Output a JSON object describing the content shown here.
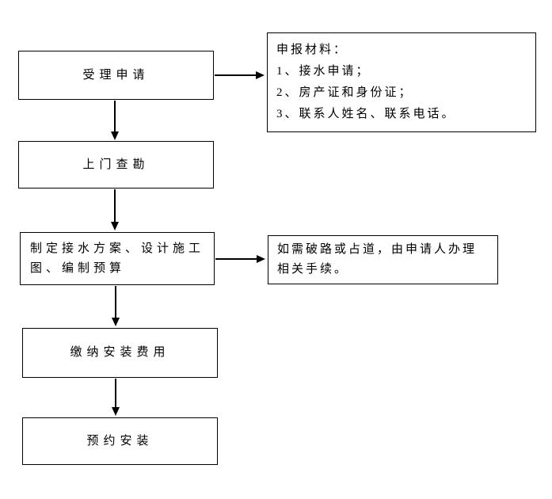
{
  "flowchart": {
    "steps": [
      {
        "lines": [
          "受理申请"
        ]
      },
      {
        "lines": [
          "上门查勘"
        ]
      },
      {
        "lines": [
          "制定接水方案、设计施工",
          "图、编制预算"
        ]
      },
      {
        "lines": [
          "缴纳安装费用"
        ]
      },
      {
        "lines": [
          "预约安装"
        ]
      }
    ],
    "annotations": [
      {
        "lines": [
          "申报材料：",
          "1、接水申请；",
          "2、房产证和身份证；",
          "3、联系人姓名、联系电话。"
        ]
      },
      {
        "lines": [
          "如需破路或占道，由申请人办理",
          "相关手续。"
        ]
      }
    ]
  },
  "colors": {
    "background": "#ffffff",
    "line": "#000000",
    "text": "#000000"
  }
}
